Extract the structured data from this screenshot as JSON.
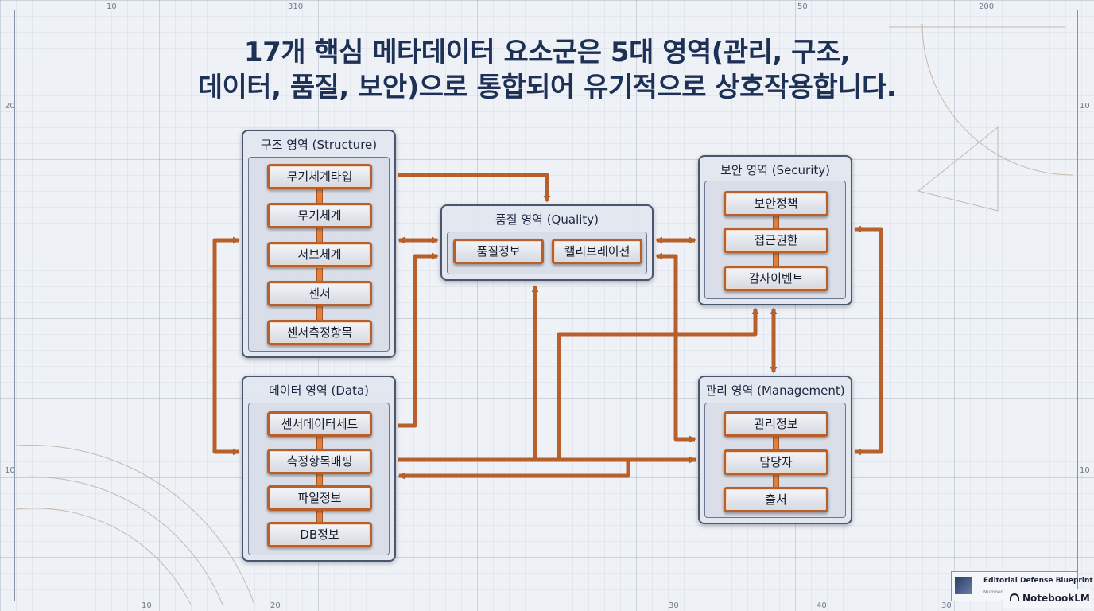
{
  "title": {
    "line1": "17개 핵심 메타데이터 요소군은 5대 영역(관리, 구조,",
    "line2": "데이터, 품질, 보안)으로 통합되어 유기적으로 상호작용합니다."
  },
  "rulers": {
    "top": [
      "10",
      "310",
      "50",
      "200"
    ],
    "bottom": [
      "10",
      "20",
      "30",
      "40",
      "30"
    ],
    "left": [
      "20",
      "10"
    ],
    "right": [
      "10",
      "10"
    ]
  },
  "domains": {
    "structure": {
      "title": "구조 영역 (Structure)",
      "items": [
        "무기체계타입",
        "무기체계",
        "서브체계",
        "센서",
        "센서측정항목"
      ]
    },
    "data": {
      "title": "데이터 영역 (Data)",
      "items": [
        "센서데이터세트",
        "측정항목매핑",
        "파일정보",
        "DB정보"
      ]
    },
    "quality": {
      "title": "품질 영역 (Quality)",
      "items": [
        "품질정보",
        "캘리브레이션"
      ]
    },
    "security": {
      "title": "보안 영역 (Security)",
      "items": [
        "보안정책",
        "접근권한",
        "감사이벤트"
      ]
    },
    "management": {
      "title": "관리 영역 (Management)",
      "items": [
        "관리정보",
        "담당자",
        "출처"
      ]
    }
  },
  "connections": [
    {
      "from": "structure",
      "to": "quality",
      "direction": "one-way"
    },
    {
      "from": "structure",
      "to": "quality",
      "direction": "two-way"
    },
    {
      "from": "structure",
      "to": "data",
      "direction": "two-way"
    },
    {
      "from": "data",
      "to": "quality",
      "direction": "one-way"
    },
    {
      "from": "data",
      "to": "quality",
      "direction": "one-way"
    },
    {
      "from": "data",
      "to": "management",
      "direction": "one-way"
    },
    {
      "from": "management",
      "to": "data",
      "direction": "one-way"
    },
    {
      "from": "data",
      "to": "security",
      "direction": "one-way"
    },
    {
      "from": "quality",
      "to": "security",
      "direction": "two-way"
    },
    {
      "from": "quality",
      "to": "management",
      "direction": "two-way"
    },
    {
      "from": "security",
      "to": "management",
      "direction": "two-way"
    },
    {
      "from": "security",
      "to": "management",
      "direction": "two-way"
    }
  ],
  "colors": {
    "title": "#1d3157",
    "wire": "#b8602c",
    "node_border": "#b8602c",
    "connector": "#e2813f"
  },
  "stamp": {
    "title": "Editorial Defense Blueprint",
    "subtitle": "Number"
  },
  "brand": "NotebookLM"
}
